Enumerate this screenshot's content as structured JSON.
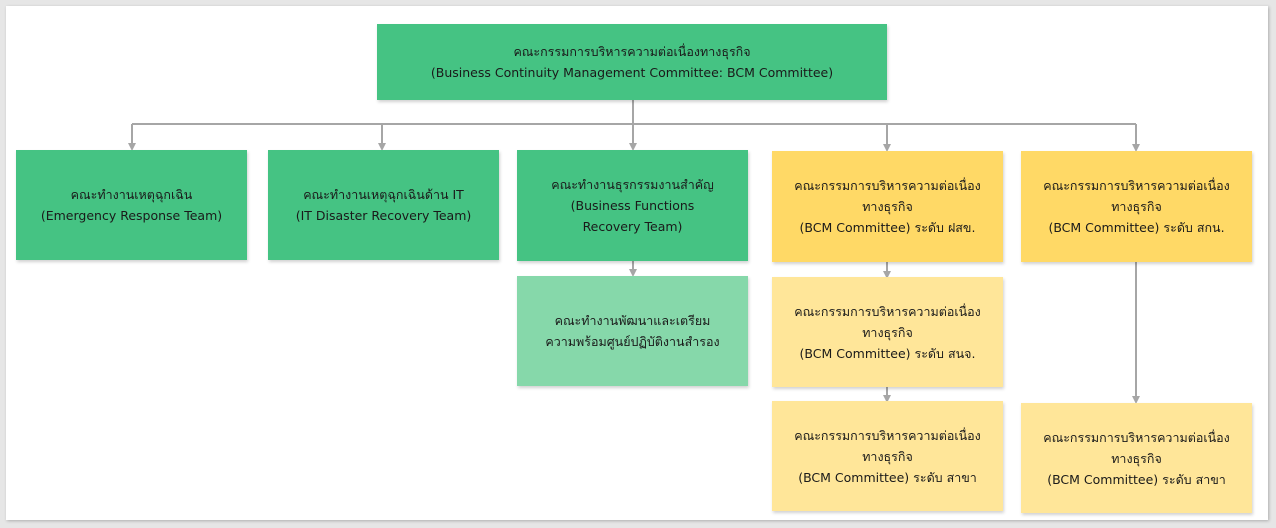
{
  "colors": {
    "green_primary": "#45c383",
    "green_light": "#86d8aa",
    "yellow_primary": "#ffd966",
    "yellow_light": "#ffe699",
    "connector": "#a6a6a6"
  },
  "nodes": {
    "root": {
      "lines": [
        "คณะกรรมการบริหารความต่อเนื่องทางธุรกิจ",
        "(Business Continuity Management Committee: BCM Committee)"
      ]
    },
    "emergency": {
      "lines": [
        "คณะทำงานเหตุฉุกเฉิน",
        "(Emergency Response Team)"
      ]
    },
    "it_dr": {
      "lines": [
        "คณะทำงานเหตุฉุกเฉินด้าน IT",
        "(IT Disaster Recovery Team)"
      ]
    },
    "bfr": {
      "lines": [
        "คณะทำงานธุรกรรมงานสำคัญ",
        "(Business Functions",
        "Recovery Team)"
      ]
    },
    "dev_prep": {
      "lines": [
        "คณะทำงานพัฒนาและเตรียม",
        "ความพร้อมศูนย์ปฏิบัติงานสำรอง"
      ]
    },
    "bcm_region": {
      "lines": [
        "คณะกรรมการบริหารความต่อเนื่อง",
        "ทางธุรกิจ",
        "(BCM Committee) ระดับ ฝสข."
      ]
    },
    "bcm_office": {
      "lines": [
        "คณะกรรมการบริหารความต่อเนื่อง",
        "ทางธุรกิจ",
        "(BCM Committee) ระดับ สนจ."
      ]
    },
    "bcm_branch_a": {
      "lines": [
        "คณะกรรมการบริหารความต่อเนื่อง",
        "ทางธุรกิจ",
        "(BCM Committee) ระดับ สาขา"
      ]
    },
    "bcm_hq": {
      "lines": [
        "คณะกรรมการบริหารความต่อเนื่อง",
        "ทางธุรกิจ",
        "(BCM Committee) ระดับ สกน."
      ]
    },
    "bcm_branch_b": {
      "lines": [
        "คณะกรรมการบริหารความต่อเนื่อง",
        "ทางธุรกิจ",
        "(BCM Committee) ระดับ สาขา"
      ]
    }
  }
}
